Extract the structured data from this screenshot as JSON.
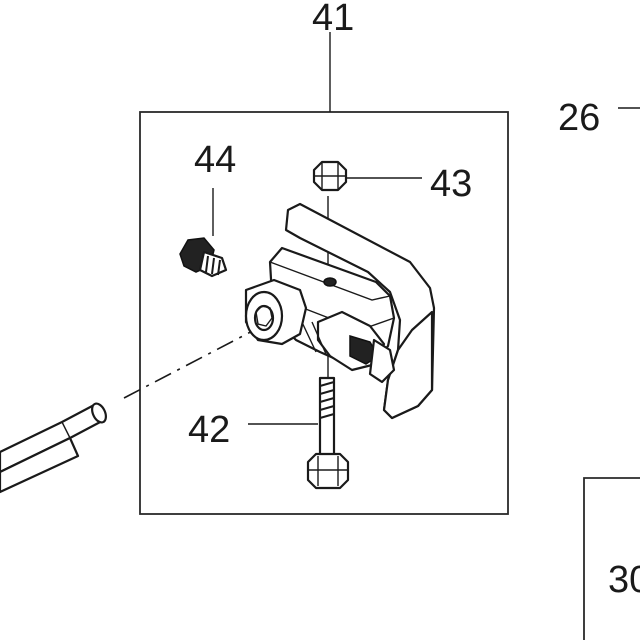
{
  "diagram": {
    "callouts": {
      "assembly": "41",
      "neighbor_part": "26",
      "neighbor_box": "30",
      "bolt": "42",
      "nut": "43",
      "screw": "44"
    }
  }
}
